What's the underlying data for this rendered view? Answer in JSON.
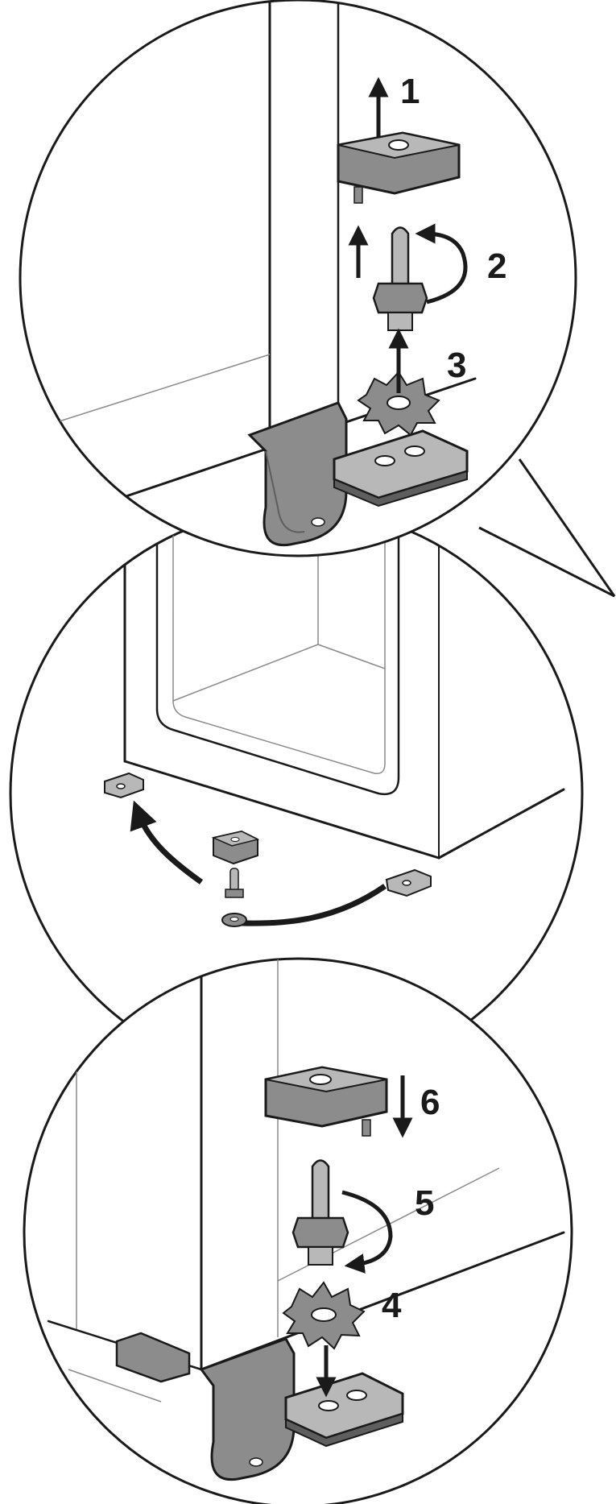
{
  "steps": {
    "s1": "1",
    "s2": "2",
    "s3": "3",
    "s4": "4",
    "s5": "5",
    "s6": "6"
  },
  "colors": {
    "metal": "#8c8c8c",
    "metal_light": "#b8b8b8",
    "metal_dark": "#5e5e5e",
    "outline": "#1a1a1a",
    "background": "#ffffff"
  }
}
